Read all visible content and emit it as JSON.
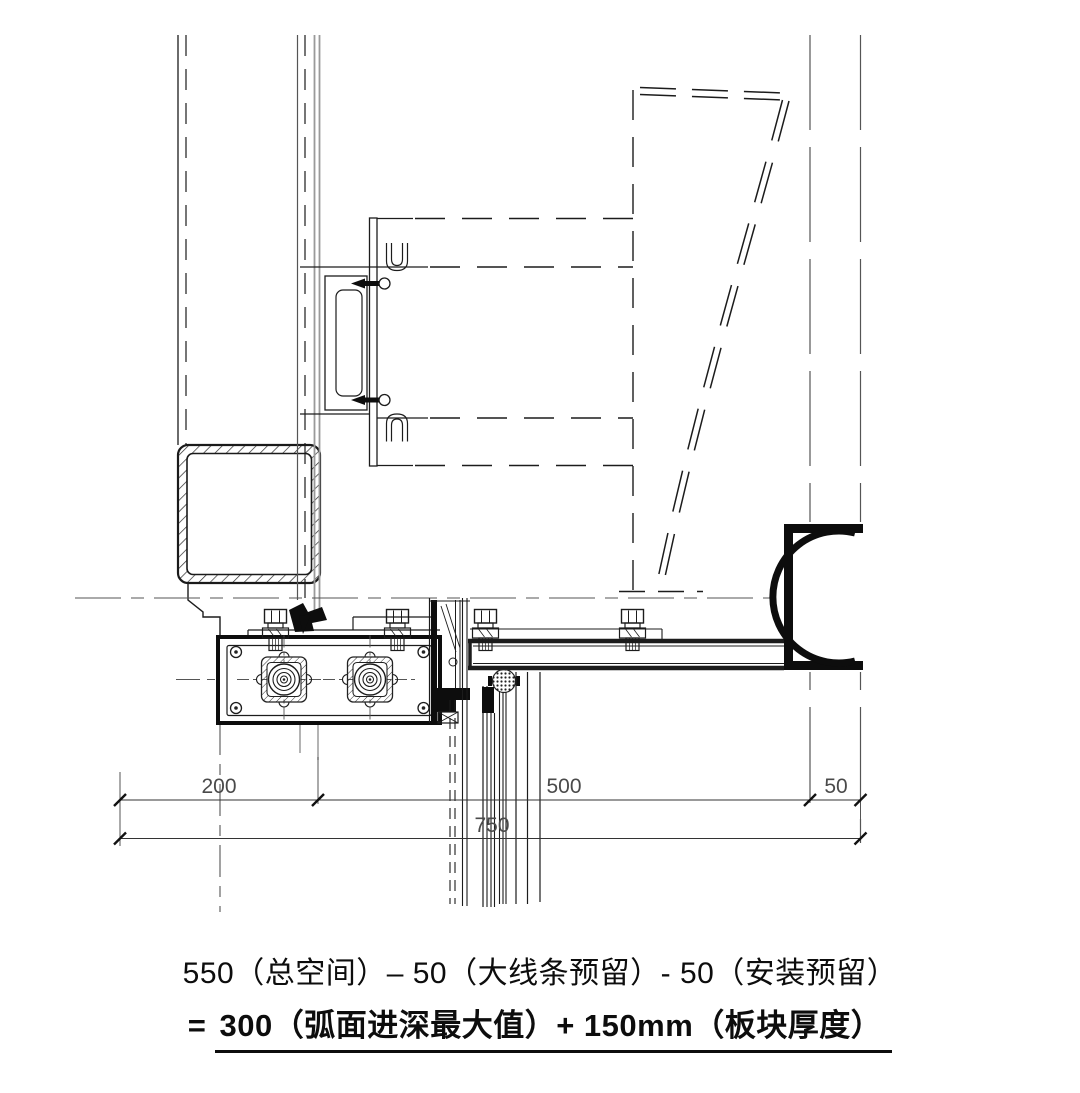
{
  "drawing": {
    "type": "curtain-wall-section-detail",
    "dim_200": "200",
    "dim_500": "500",
    "dim_50": "50",
    "dim_750": "750"
  },
  "caption": {
    "line1": "550（总空间）– 50（大线条预留）- 50（安装预留）",
    "line2_prefix": "=",
    "line2_underlined": "300（弧面进深最大值）+ 150mm（板块厚度）"
  },
  "colors": {
    "line": "#1c1c1c",
    "gray_line": "#9a9a9a",
    "dim_text": "#4a4a4a",
    "background": "#ffffff"
  }
}
